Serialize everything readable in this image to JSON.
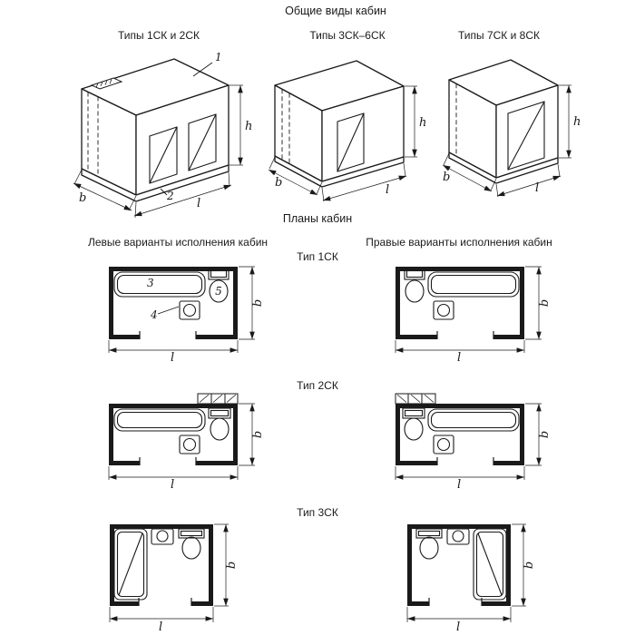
{
  "page": {
    "main_title": "Общие виды кабин",
    "plans_title": "Планы кабин"
  },
  "general_views": [
    {
      "title": "Типы 1СК и 2СК"
    },
    {
      "title": "Типы 3СК–6СК"
    },
    {
      "title": "Типы 7СК и 8СК"
    }
  ],
  "plans": {
    "left_column_title": "Левые варианты исполнения кабин",
    "right_column_title": "Правые варианты исполнения кабин",
    "types": [
      {
        "label": "Тип 1СК"
      },
      {
        "label": "Тип 2СК"
      },
      {
        "label": "Тип 3СК"
      }
    ]
  },
  "dims": {
    "h": "h",
    "b": "b",
    "l": "l"
  },
  "callouts": {
    "1": "1",
    "2": "2",
    "3": "3",
    "4": "4",
    "5": "5"
  }
}
